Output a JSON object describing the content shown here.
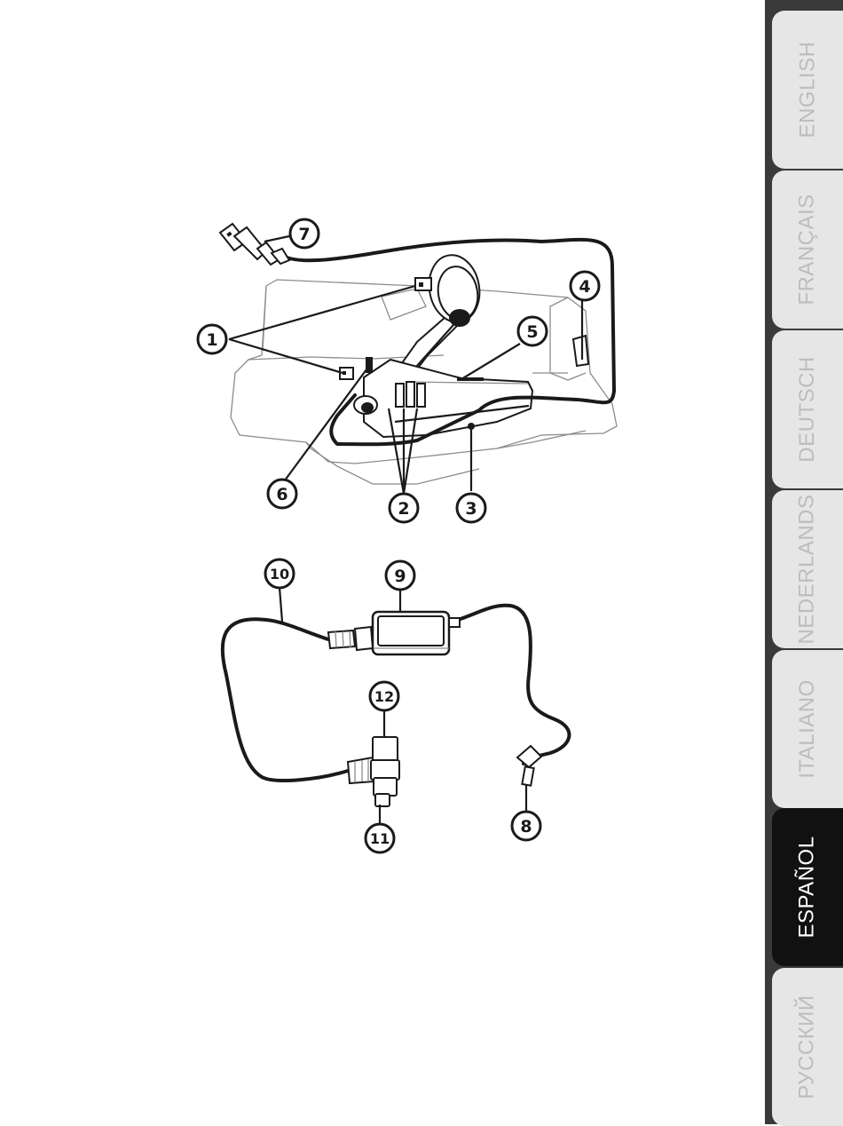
{
  "figure": {
    "callouts": {
      "c1": "1",
      "c2": "2",
      "c3": "3",
      "c4": "4",
      "c5": "5",
      "c6": "6",
      "c7": "7",
      "c8": "8",
      "c9": "9",
      "c10": "10",
      "c11": "11",
      "c12": "12"
    }
  },
  "language_tabs": {
    "items": [
      {
        "label": "ENGLISH",
        "active": false
      },
      {
        "label": "FRANÇAIS",
        "active": false
      },
      {
        "label": "DEUTSCH",
        "active": false
      },
      {
        "label": "NEDERLANDS",
        "active": false
      },
      {
        "label": "ITALIANO",
        "active": false
      },
      {
        "label": "ESPAÑOL",
        "active": true
      },
      {
        "label": "РУССКИЙ",
        "active": false
      }
    ]
  },
  "colors": {
    "ink": "#1a1a1a",
    "tab_bg": "#e6e6e6",
    "tab_active": "#111111",
    "tab_strip": "#3a3a3a"
  }
}
